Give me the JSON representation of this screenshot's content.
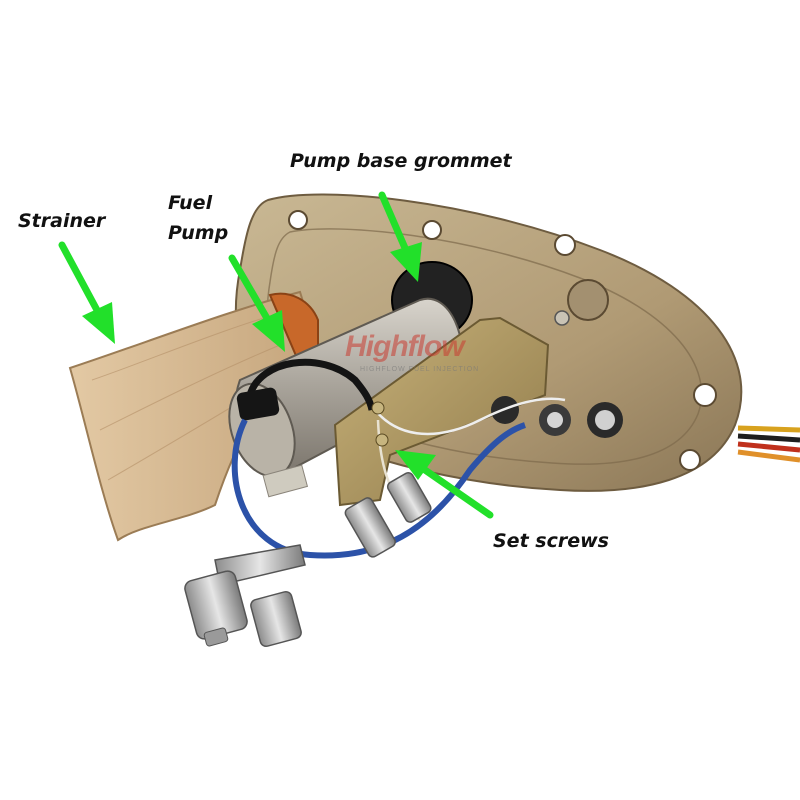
{
  "labels": {
    "strainer": "Strainer",
    "fuel_pump_line1": "Fuel",
    "fuel_pump_line2": "Pump",
    "grommet": "Pump base grommet",
    "set_screws": "Set screws"
  },
  "watermark": {
    "brand": "Highflow",
    "tagline": "HIGHFLOW FUEL INJECTION"
  },
  "colors": {
    "arrow": "#22e02a",
    "background": "#ffffff",
    "plate": "#b7a582",
    "wire_blue": "#2c52a8",
    "strainer": "#d6b892"
  }
}
